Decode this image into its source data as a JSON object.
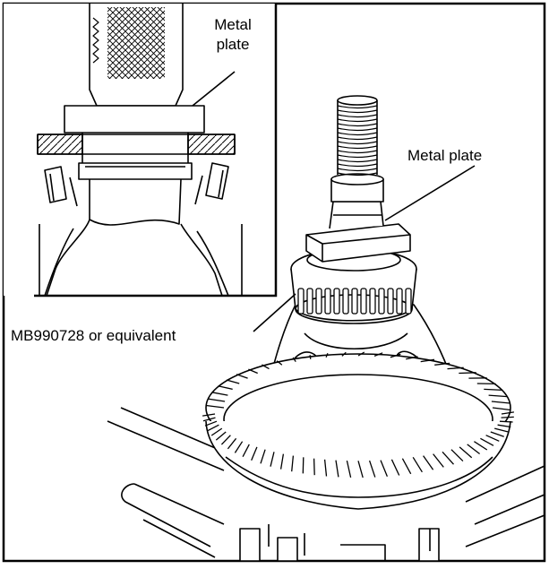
{
  "labels": {
    "inset_plate": [
      "Metal",
      "plate"
    ],
    "main_plate": "Metal plate",
    "tool": "MB990728 or equivalent"
  },
  "colors": {
    "ink": "#000000",
    "paper": "#ffffff"
  }
}
